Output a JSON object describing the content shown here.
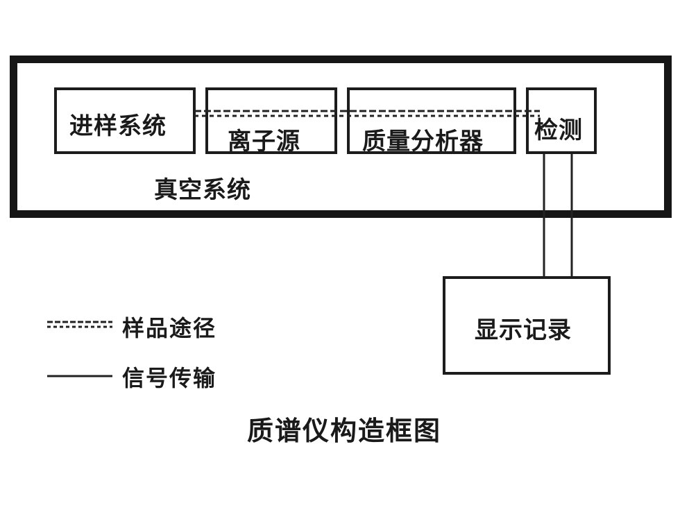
{
  "diagram": {
    "caption": "质谱仪构造框图",
    "vacuum_system": {
      "label": "真空系统"
    },
    "components": {
      "sample_intro": "进样系统",
      "ion_source": "离子源",
      "mass_analyzer": "质量分析器",
      "detector": "检测",
      "display_record": "显示记录"
    },
    "legend": {
      "sample_path": "样品途径",
      "signal_transmission": "信号传输"
    }
  }
}
